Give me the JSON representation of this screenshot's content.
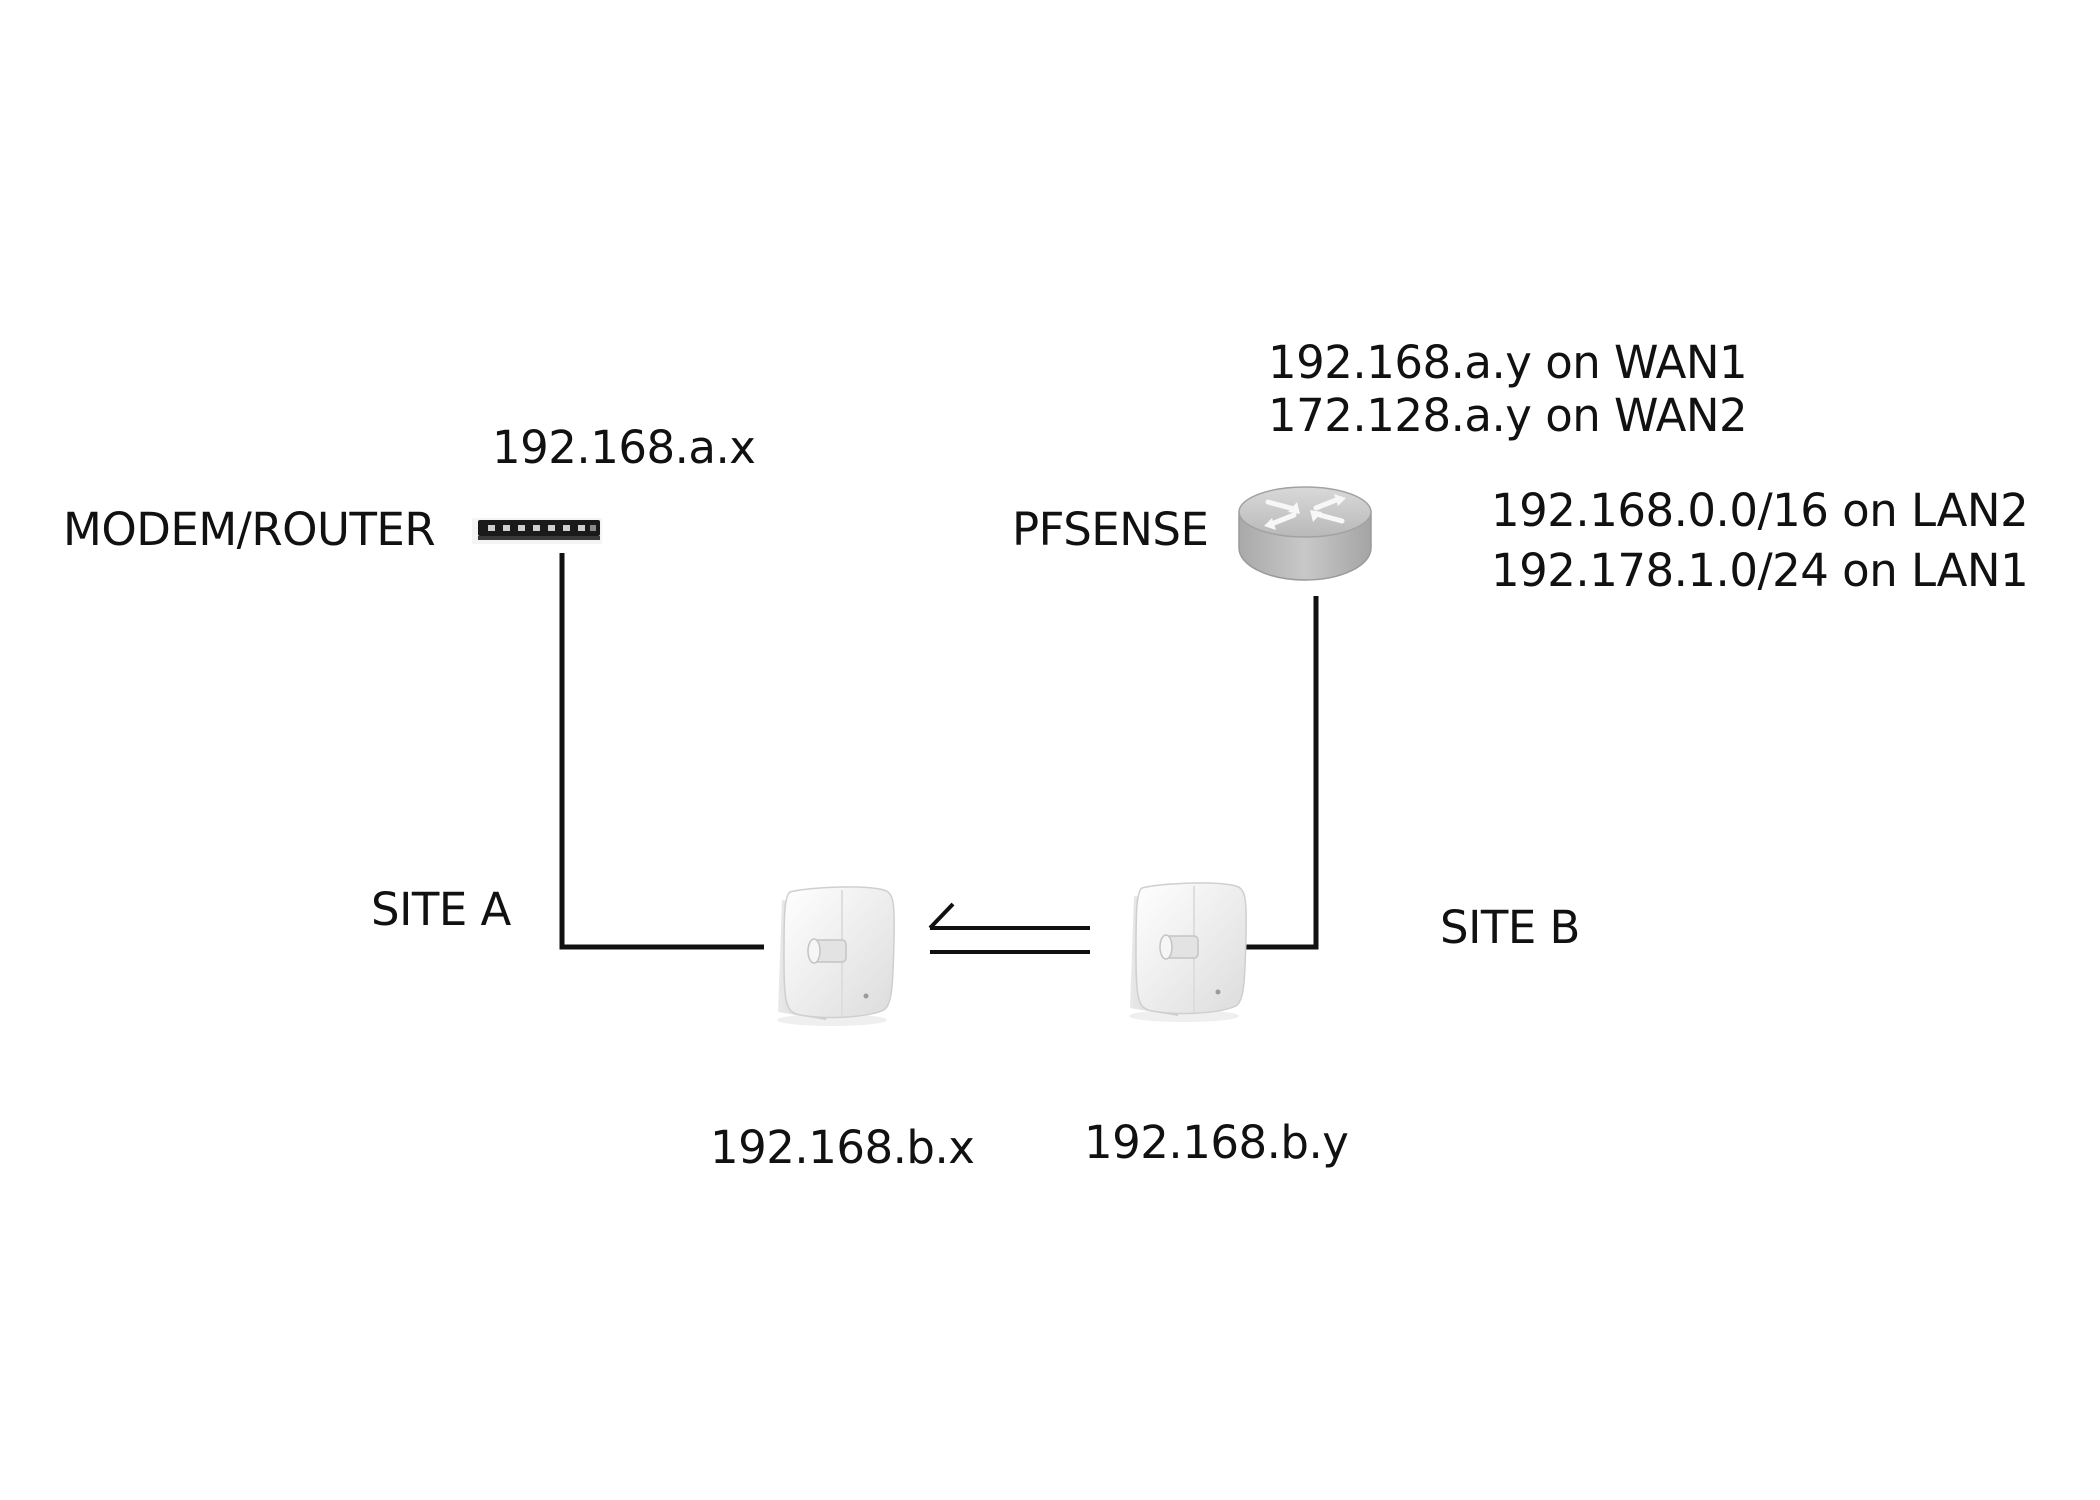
{
  "colors": {
    "line": "#111111",
    "text": "#111111",
    "router_body": "#c9c9c9",
    "antenna_body": "#f1f1f1"
  },
  "labels": {
    "modem_router": "MODEM/ROUTER",
    "modem_ip": "192.168.a.x",
    "pfsense": "PFSENSE",
    "pfsense_wan1": "192.168.a.y on WAN1",
    "pfsense_wan2": "172.128.a.y on WAN2",
    "pfsense_lan2": "192.168.0.0/16 on LAN2",
    "pfsense_lan1": "192.178.1.0/24 on LAN1",
    "site_a": "SITE A",
    "site_b": "SITE B",
    "antenna_a_ip": "192.168.b.x",
    "antenna_b_ip": "192.168.b.y"
  },
  "icons": {
    "modem": "network-switch-icon",
    "pfsense": "router-icon",
    "antenna_a": "wireless-antenna-icon",
    "antenna_b": "wireless-antenna-icon",
    "link": "wireless-link-arrow-icon"
  }
}
